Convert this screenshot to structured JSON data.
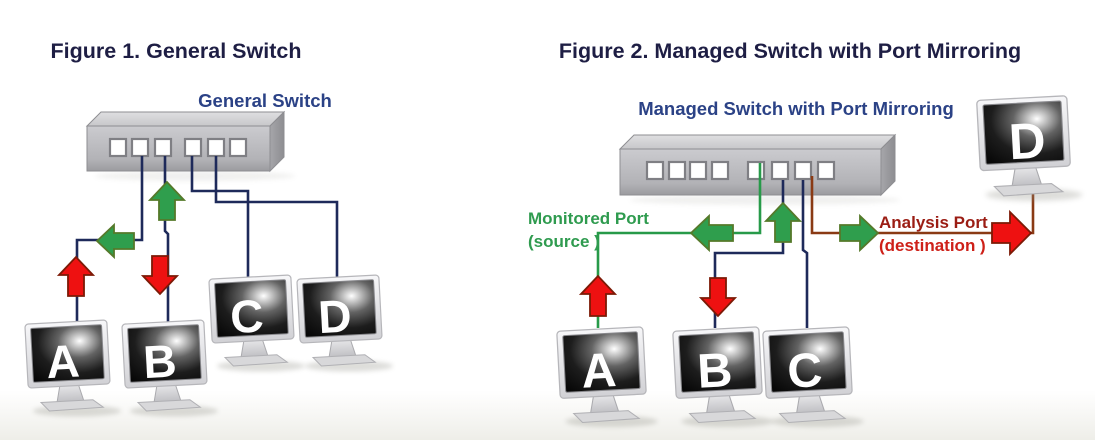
{
  "figure1": {
    "title": "Figure 1. General Switch",
    "switch_label": "General Switch",
    "monitors": [
      {
        "label": "A"
      },
      {
        "label": "B"
      },
      {
        "label": "C"
      },
      {
        "label": "D"
      }
    ],
    "port_count": 6
  },
  "figure2": {
    "title": "Figure 2. Managed Switch with Port Mirroring",
    "switch_label": "Managed Switch with Port Mirroring",
    "monitored_port": {
      "line1": "Monitored Port",
      "line2": "(source )"
    },
    "analysis_port": {
      "line1": "Analysis Port",
      "line2": "(destination )"
    },
    "monitors": [
      {
        "label": "A"
      },
      {
        "label": "B"
      },
      {
        "label": "C"
      },
      {
        "label": "D"
      }
    ],
    "port_count": 8
  },
  "colors": {
    "figure_title_navy": "#1e1e44",
    "switch_label_blue": "#2b4286",
    "cable_navy": "#1e2a5a",
    "cable_green": "#279a49",
    "analysis_cable_brown": "#8a3a14",
    "arrow_green": "#2f9e4d",
    "arrow_red": "#ee1111",
    "monitored_green": "#2f9b4f",
    "analysis_dark_red": "#9b1d14",
    "destination_red": "#ce2018"
  }
}
